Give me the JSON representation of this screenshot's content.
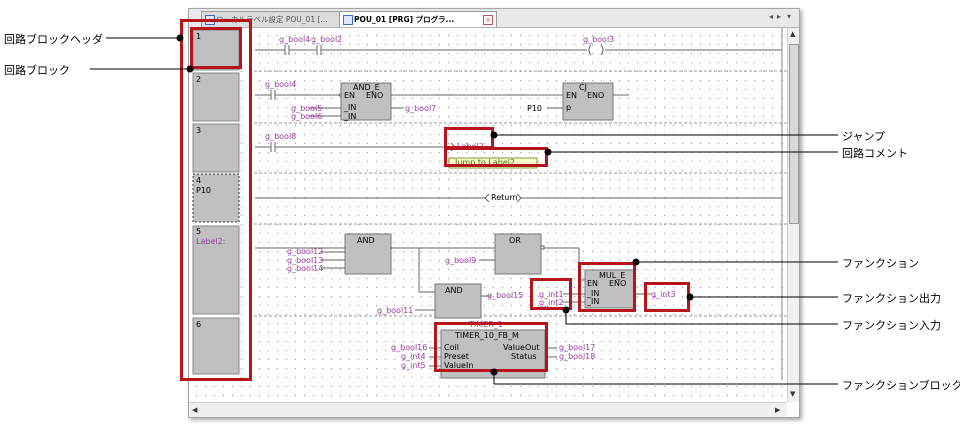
{
  "tabs": [
    {
      "label": "ローカルラベル設定 POU_01 [...",
      "active": false
    },
    {
      "label": "POU_01 [PRG] プログラ...",
      "active": true
    }
  ],
  "nav": {
    "prev": "◂",
    "next": "▸",
    "menu": "▾"
  },
  "rungs": [
    {
      "number": "1",
      "label": ""
    },
    {
      "number": "2",
      "label": ""
    },
    {
      "number": "3",
      "label": ""
    },
    {
      "number": "4",
      "label": "P10"
    },
    {
      "number": "5",
      "label": "Label2:"
    },
    {
      "number": "6",
      "label": ""
    }
  ],
  "vars": {
    "g_bool4": "g_bool4",
    "g_bool2": "g_bool2",
    "g_bool3": "g_bool3",
    "g_bool4b": "g_bool4",
    "g_bool5": "g_bool5",
    "g_bool6": "g_bool6",
    "g_bool7": "g_bool7",
    "g_bool8": "g_bool8",
    "g_bool12": "g_bool12",
    "g_bool13": "g_bool13",
    "g_bool14": "g_bool14",
    "g_bool9": "g_bool9",
    "g_bool11": "g_bool11",
    "g_bool15": "g_bool15",
    "g_int1": "g_int1",
    "g_int2": "g_int2",
    "g_int3": "g_int3",
    "g_bool16": "g_bool16",
    "g_int4": "g_int4",
    "g_int5": "g_int5",
    "g_bool17": "g_bool17",
    "g_bool18": "g_bool18",
    "P10": "P10"
  },
  "blocks": {
    "and_e": {
      "name": "AND_E",
      "en": "EN",
      "eno": "ENO",
      "in1": "_IN",
      "in2": "_IN"
    },
    "cj": {
      "name": "CJ",
      "en": "EN",
      "eno": "ENO",
      "p": "p"
    },
    "and1": {
      "name": "AND"
    },
    "or1": {
      "name": "OR"
    },
    "and2": {
      "name": "AND"
    },
    "mul_e": {
      "name": "MUL_E",
      "en": "EN",
      "eno": "ENO",
      "in1": "_IN",
      "in2": "_IN"
    },
    "timer": {
      "instance": "TIMER_1",
      "name": "TIMER_10_FB_M",
      "coil": "Coil",
      "preset": "Preset",
      "valuein": "ValueIn",
      "valueout": "ValueOut",
      "status": "Status"
    }
  },
  "jump_label": "Label2",
  "comment": "Jump to Label2",
  "return_label": "Return",
  "annotations": {
    "rung_header": "回路ブロックヘッダ",
    "rung_block": "回路ブロック",
    "jump": "ジャンプ",
    "rung_comment": "回路コメント",
    "function": "ファンクション",
    "function_output": "ファンクション出力",
    "function_input": "ファンクション入力",
    "function_block": "ファンクションブロック"
  },
  "colors": {
    "highlight": "#b8141c",
    "variable": "#9b3aa0",
    "comment_bg": "#ffffcc",
    "block_fill": "#c0c0c0"
  }
}
